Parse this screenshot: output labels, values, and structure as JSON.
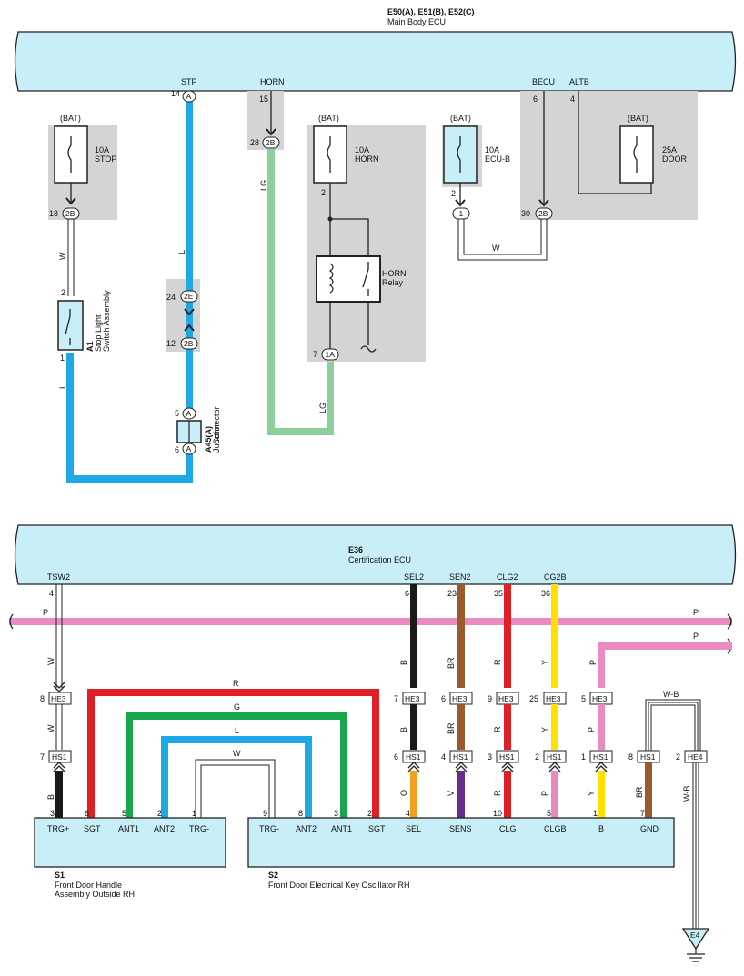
{
  "upper": {
    "ecu_code": "E50(A), E51(B), E52(C)",
    "ecu_name": "Main Body ECU",
    "pins": {
      "stp": {
        "name": "STP",
        "num": "14",
        "conn": "A"
      },
      "horn": {
        "name": "HORN",
        "num": "15",
        "conn": "2B",
        "conn_num": "28"
      },
      "becu": {
        "name": "BECU",
        "num": "6"
      },
      "altb": {
        "name": "ALTB",
        "num": "4"
      }
    },
    "fuses": [
      {
        "supply": "(BAT)",
        "rating": "10A",
        "name": "STOP"
      },
      {
        "supply": "(BAT)",
        "rating": "10A",
        "name": "HORN"
      },
      {
        "supply": "(BAT)",
        "rating": "10A",
        "name": "ECU-B"
      },
      {
        "supply": "(BAT)",
        "rating": "25A",
        "name": "DOOR"
      }
    ],
    "connectors": {
      "stop_out": {
        "num": "18",
        "label": "2B"
      },
      "horn_fuse_out": {
        "num": "2"
      },
      "relay_out": {
        "num": "7",
        "label": "1A"
      },
      "ecub_out": {
        "num": "2",
        "label": "1"
      },
      "door_out": {
        "num": "30",
        "label": "2B"
      },
      "j24": {
        "num": "24",
        "label": "2E"
      },
      "j12": {
        "num": "12",
        "label": "2B"
      },
      "a5": {
        "num": "5",
        "label": "A"
      },
      "a6": {
        "num": "6",
        "label": "A"
      }
    },
    "stop_switch": {
      "code": "A1",
      "name": "Stop Light\nSwitch Assembly",
      "pin_top": "2",
      "pin_bottom": "1"
    },
    "junction": {
      "code": "A45(A)",
      "name": "Junction\nConnector"
    },
    "relay": {
      "name": "HORN\nRelay"
    },
    "wires": {
      "w": "W",
      "l": "L",
      "lg": "LG"
    }
  },
  "lower": {
    "ecu_code": "E36",
    "ecu_name": "Certification ECU",
    "pins": [
      {
        "name": "TSW2",
        "num": "4"
      },
      {
        "name": "SEL2",
        "num": "6"
      },
      {
        "name": "SEN2",
        "num": "23"
      },
      {
        "name": "CLG2",
        "num": "35"
      },
      {
        "name": "CG2B",
        "num": "36"
      }
    ],
    "p_wire": "P",
    "he3": [
      {
        "num": "8",
        "label": "HE3"
      },
      {
        "num": "7",
        "label": "HE3"
      },
      {
        "num": "6",
        "label": "HE3"
      },
      {
        "num": "9",
        "label": "HE3"
      },
      {
        "num": "25",
        "label": "HE3"
      },
      {
        "num": "5",
        "label": "HE3"
      }
    ],
    "hs1": [
      {
        "num": "7",
        "label": "HS1"
      },
      {
        "num": "6",
        "label": "HS1"
      },
      {
        "num": "4",
        "label": "HS1"
      },
      {
        "num": "3",
        "label": "HS1"
      },
      {
        "num": "2",
        "label": "HS1"
      },
      {
        "num": "1",
        "label": "HS1"
      },
      {
        "num": "8",
        "label": "HS1"
      }
    ],
    "he4": {
      "num": "2",
      "label": "HE4"
    },
    "wire_colors": {
      "w": "W",
      "b": "B",
      "br": "BR",
      "r": "R",
      "y": "Y",
      "p": "P",
      "g": "G",
      "l": "L",
      "o": "O",
      "v": "V",
      "wb": "W-B"
    },
    "s1": {
      "code": "S1",
      "name": "Front Door Handle\nAssembly Outside RH",
      "pins": [
        {
          "num": "3",
          "name": "TRG+"
        },
        {
          "num": "6",
          "name": "SGT"
        },
        {
          "num": "5",
          "name": "ANT1"
        },
        {
          "num": "2",
          "name": "ANT2"
        },
        {
          "num": "1",
          "name": "TRG-"
        }
      ]
    },
    "s2": {
      "code": "S2",
      "name": "Front Door Electrical Key Oscillator RH",
      "pins": [
        {
          "num": "9",
          "name": "TRG-"
        },
        {
          "num": "8",
          "name": "ANT2"
        },
        {
          "num": "3",
          "name": "ANT1"
        },
        {
          "num": "2",
          "name": "SGT"
        },
        {
          "num": "4",
          "name": "SEL"
        },
        {
          "num": "",
          "name": "SENS"
        },
        {
          "num": "10",
          "name": "CLG"
        },
        {
          "num": "5",
          "name": "CLGB"
        },
        {
          "num": "1",
          "name": "B"
        },
        {
          "num": "7",
          "name": "GND"
        }
      ]
    },
    "ground": {
      "label": "E4"
    }
  },
  "colors": {
    "ecu_fill": "#c8eef8",
    "gray": "#d4d4d4",
    "blue": "#1ea8e6",
    "lightgreen": "#8ccf9c",
    "pink": "#e98ac0",
    "black": "#1a1a1a",
    "brown": "#9a5a2e",
    "red": "#e01f26",
    "yellow": "#ffe000",
    "green": "#1aa64b",
    "orange": "#f2a020",
    "purple": "#6a2c8c"
  }
}
